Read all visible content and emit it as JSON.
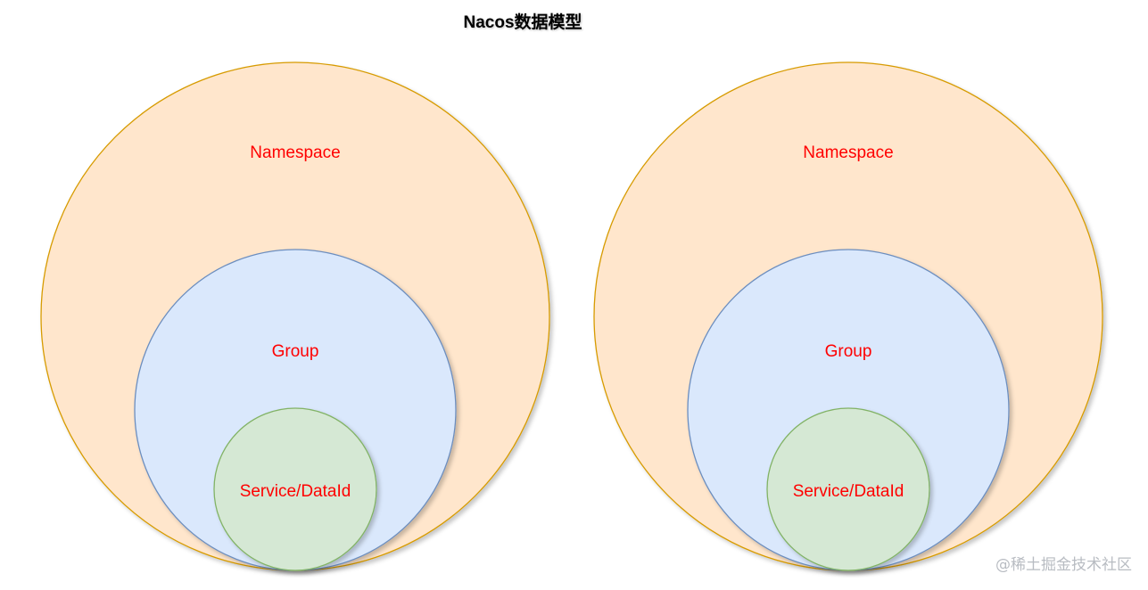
{
  "title": "Nacos数据模型",
  "colors": {
    "namespace_fill": "#ffe6cc",
    "namespace_stroke": "#d79b00",
    "group_fill": "#dae8fc",
    "group_stroke": "#6c8ebf",
    "service_fill": "#d5e8d4",
    "service_stroke": "#82b366",
    "label_text": "#ff0000"
  },
  "diagrams": [
    {
      "namespace_label": "Namespace",
      "group_label": "Group",
      "service_label": "Service/DataId"
    },
    {
      "namespace_label": "Namespace",
      "group_label": "Group",
      "service_label": "Service/DataId"
    }
  ],
  "watermark": "@稀土掘金技术社区"
}
